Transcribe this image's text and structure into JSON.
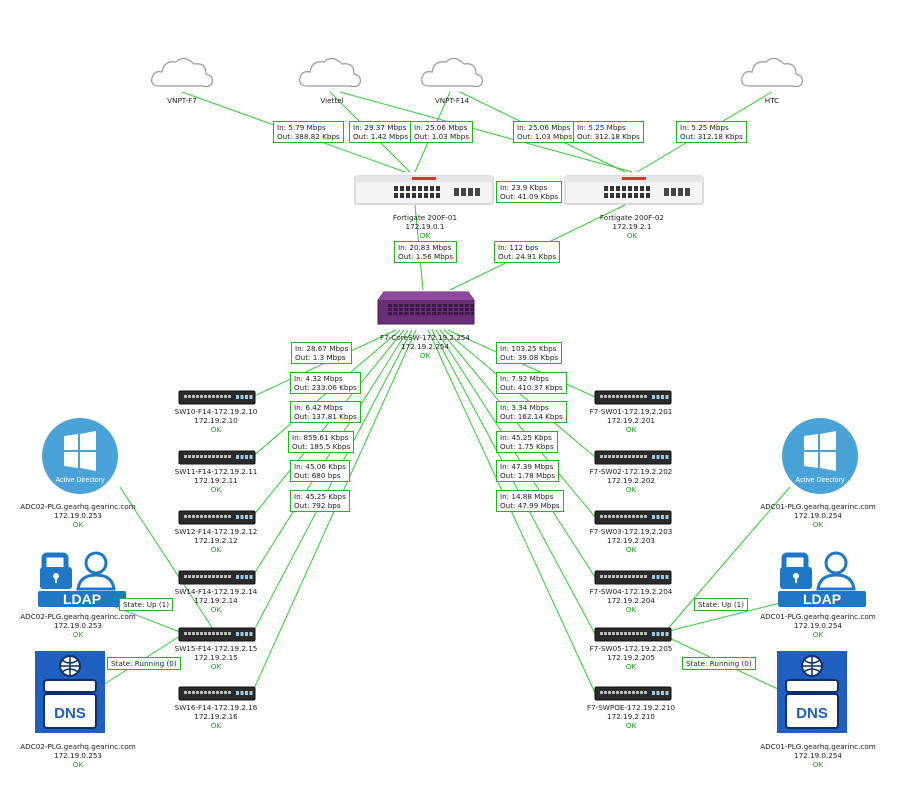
{
  "clouds": [
    {
      "id": "vnpt-f7",
      "label": "VNPT-F7"
    },
    {
      "id": "viettel",
      "label": "Viettel"
    },
    {
      "id": "vnpt-f14",
      "label": "VNPT-F14"
    },
    {
      "id": "htc",
      "label": "HTC"
    }
  ],
  "firewalls": [
    {
      "id": "fg1",
      "name": "Fortigate 200F-01",
      "ip": "172.19.0.1",
      "status": "OK"
    },
    {
      "id": "fg2",
      "name": "Fortigate 200F-02",
      "ip": "172.19.2.1",
      "status": "OK"
    }
  ],
  "core": {
    "name": "F7-CoreSW-172.19.2.254",
    "ip": "172.19.2.254",
    "status": "OK"
  },
  "left_switches": [
    {
      "name": "SW10-F14-172.19.2.10",
      "ip": "172.19.2.10",
      "status": "OK"
    },
    {
      "name": "SW11-F14-172.19.2.11",
      "ip": "172.19.2.11",
      "status": "OK"
    },
    {
      "name": "SW12-F14-172.19.2.12",
      "ip": "172.19.2.12",
      "status": "OK"
    },
    {
      "name": "SW14-F14-172.19.2.14",
      "ip": "172.19.2.14",
      "status": "OK"
    },
    {
      "name": "SW15-F14-172.19.2.15",
      "ip": "172.19.2.15",
      "status": "OK"
    },
    {
      "name": "SW16-F14-172.19.2.16",
      "ip": "172.19.2.16",
      "status": "OK"
    }
  ],
  "right_switches": [
    {
      "name": "F7-SW01-172.19.2.201",
      "ip": "172.19.2.201",
      "status": "OK"
    },
    {
      "name": "F7-SW02-172.19.2.202",
      "ip": "172.19.2.202",
      "status": "OK"
    },
    {
      "name": "F7-SW03-172.19.2.203",
      "ip": "172.19.2.203",
      "status": "OK"
    },
    {
      "name": "F7-SW04-172.19.2.204",
      "ip": "172.19.2.204",
      "status": "OK"
    },
    {
      "name": "F7-SW05-172.19.2.205",
      "ip": "172.19.2.205",
      "status": "OK"
    },
    {
      "name": "F7-SWPOE-172.19.2.210",
      "ip": "172.19.2.210",
      "status": "OK"
    }
  ],
  "servers_left": [
    {
      "name": "ADC02-PLG.gearhq.gearinc.com",
      "ip": "172.19.0.253",
      "status": "OK",
      "icon": "active-directory-icon",
      "icon_text": "Active Directory"
    },
    {
      "name": "ADC02-PLG.gearhq.gearinc.com",
      "ip": "172.19.0.253",
      "status": "OK",
      "icon": "ldap-icon",
      "icon_text": "LDAP"
    },
    {
      "name": "ADC02-PLG.gearhq.gearinc.com",
      "ip": "172.19.0.253",
      "status": "OK",
      "icon": "dns-icon",
      "icon_text": "DNS"
    }
  ],
  "servers_right": [
    {
      "name": "ADC01-PLG.gearhq.gearinc.com",
      "ip": "172.19.0.254",
      "status": "OK",
      "icon": "active-directory-icon",
      "icon_text": "Active Directory"
    },
    {
      "name": "ADC01-PLG.gearhq.gearinc.com",
      "ip": "172.19.0.254",
      "status": "OK",
      "icon": "ldap-icon",
      "icon_text": "LDAP"
    },
    {
      "name": "ADC01-PLG.gearhq.gearinc.com",
      "ip": "172.19.0.254",
      "status": "OK",
      "icon": "dns-icon",
      "icon_text": "DNS"
    }
  ],
  "traffic": {
    "vnptf7_fg1": {
      "in": "In: 5.79 Mbps",
      "out": "Out: 388.82 Kbps"
    },
    "viettel_fg1": {
      "in": "In: 29.37 Mbps",
      "out": "Out: 1.42 Mbps"
    },
    "vnptf14_fg1": {
      "in": "In: 25.06 Mbps",
      "out": "Out: 1.03 Mbps"
    },
    "vnptf14_fg2": {
      "in": "In: 25.06 Mbps",
      "out": "Out: 1.03 Mbps"
    },
    "viettel_fg2": {
      "in": "In: 5.25 Mbps",
      "out": "Out: 312.18 Kbps"
    },
    "htc_fg2": {
      "in": "In: 5.25 Mbps",
      "out": "Out: 312.18 Kbps"
    },
    "fg1_fg2": {
      "in": "In: 23.9 Kbps",
      "out": "Out: 41.09 Kbps"
    },
    "fg1_core": {
      "in": "In: 20.83 Mbps",
      "out": "Out: 1.56 Mbps"
    },
    "fg2_core": {
      "in": "In: 112 bps",
      "out": "Out: 24.91 Kbps"
    },
    "left": [
      {
        "in": "In: 28.67 Mbps",
        "out": "Out: 1.3 Mbps"
      },
      {
        "in": "In: 4.32 Mbps",
        "out": "Out: 233.06 Kbps"
      },
      {
        "in": "In: 6.42 Mbps",
        "out": "Out: 137.81 Kbps"
      },
      {
        "in": "In: 859.61 Kbps",
        "out": "Out: 185.5 Kbps"
      },
      {
        "in": "In: 45.06 Kbps",
        "out": "Out: 680 bps"
      },
      {
        "in": "In: 45.25 Kbps",
        "out": "Out: 792 bps"
      }
    ],
    "right": [
      {
        "in": "In: 103.25 Kbps",
        "out": "Out: 39.08 Kbps"
      },
      {
        "in": "In: 7.92 Mbps",
        "out": "Out: 410.37 Kbps"
      },
      {
        "in": "In: 3.34 Mbps",
        "out": "Out: 162.14 Kbps"
      },
      {
        "in": "In: 45.25 Kbps",
        "out": "Out: 1.75 Kbps"
      },
      {
        "in": "In: 47.39 Mbps",
        "out": "Out: 1.78 Mbps"
      },
      {
        "in": "In: 14.88 Mbps",
        "out": "Out: 47.99 Mbps"
      }
    ]
  },
  "states": {
    "ldap_left": "State: Up (1)",
    "dns_left": "State: Running (0)",
    "ldap_right": "State: Up (1)",
    "dns_right": "State: Running (0)"
  },
  "colors": {
    "link": "#33cc33",
    "ok": "#1aa51a",
    "core": "#6b2f7a",
    "ad_circle": "#4aa3d8",
    "ldap_blue": "#1f77c8",
    "dns_blue": "#1f5fbf"
  }
}
